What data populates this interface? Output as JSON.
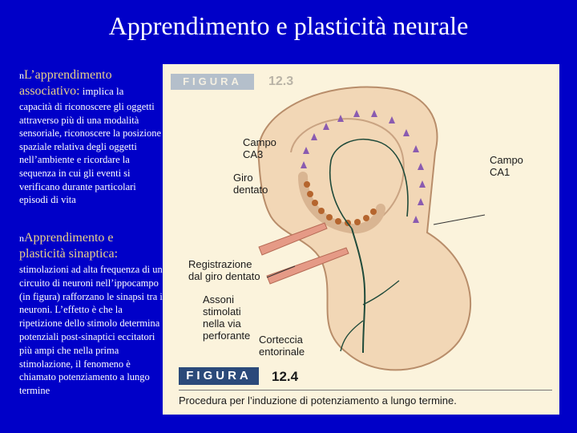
{
  "slide": {
    "title": "Apprendimento e plasticità neurale"
  },
  "left": {
    "b1_marker": "n",
    "b1_head_a": "L’apprendimento",
    "b1_head_b": "associativo:",
    "b1_head_tail": " implica la",
    "b1_text": "capacità di riconoscere gli oggetti attraverso più di una modalità sensoriale, riconoscere la posizione spaziale relativa degli oggetti nell’ambiente e ricordare la sequenza in cui gli eventi si verificano durante particolari episodi di vita",
    "b2_marker": "n",
    "b2_head_a": "Apprendimento e",
    "b2_head_b": "plasticità sinaptica:",
    "b2_text": "stimolazioni ad alta frequenza di un circuito di neuroni nell’ippocampo (in figura) rafforzano le sinapsi tra i neuroni. L’effetto è che la ripetizione dello stimolo determina potenziali post-sinaptici eccitatori più ampi che nella prima stimolazione, il fenomeno è chiamato potenziamento a lungo termine"
  },
  "figure": {
    "ghost_tag": "FIGURA",
    "ghost_num": "12.3",
    "labels": {
      "ca3": "Campo\nCA3",
      "dentate": "Giro\ndentato",
      "ca1": "Campo\nCA1",
      "recording": "Registrazione\ndal giro dentato",
      "axons": "Assoni\nstimolati\nnella via\nperforante",
      "entorhinal": "Corteccia\nentorinale"
    },
    "tag": "FIGURA",
    "number": "12.4",
    "caption": "Procedura per l’induzione di potenziamento a lungo termine.",
    "colors": {
      "tissue": "#f2d7b6",
      "tissue_edge": "#b88d6a",
      "ca_cells": "#8a5bb0",
      "granule_cells": "#b5652e",
      "axon": "#1f4a3a",
      "electrode": "#e59a86"
    }
  }
}
